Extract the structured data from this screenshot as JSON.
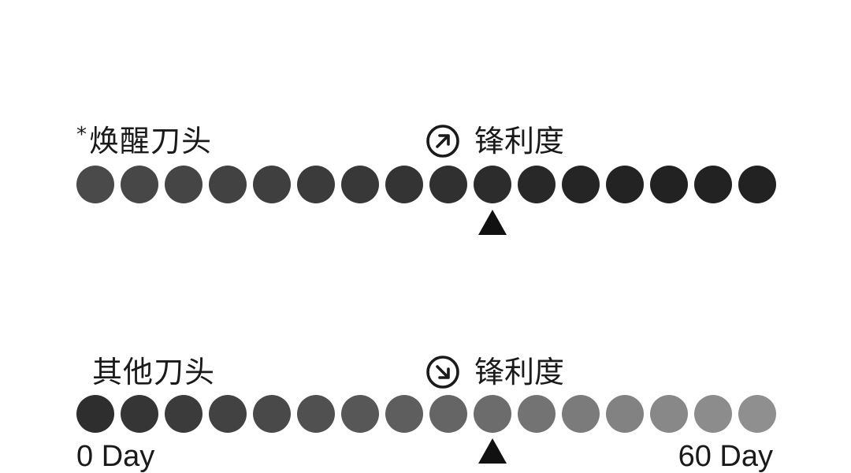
{
  "rows": [
    {
      "label_marker": "*",
      "label": "焕醒刀头",
      "metric_label": "锋利度",
      "metric_icon": "arrow-up-right-circle-icon",
      "dot_count": 16,
      "marker_index": 9,
      "dot_colors": [
        "#4a4a4a",
        "#474747",
        "#454545",
        "#424242",
        "#3f3f3f",
        "#3b3b3b",
        "#383838",
        "#343434",
        "#303030",
        "#2c2c2c",
        "#282828",
        "#252525",
        "#232323",
        "#222222",
        "#222222",
        "#222222"
      ]
    },
    {
      "label_marker": "",
      "label": "其他刀头",
      "metric_label": "锋利度",
      "metric_icon": "arrow-down-right-circle-icon",
      "dot_count": 16,
      "marker_index": 9,
      "dot_colors": [
        "#2e2e2e",
        "#353535",
        "#3b3b3b",
        "#424242",
        "#494949",
        "#505050",
        "#575757",
        "#5e5e5e",
        "#656565",
        "#6c6c6c",
        "#737373",
        "#7b7b7b",
        "#828282",
        "#888888",
        "#8c8c8c",
        "#8f8f8f"
      ]
    }
  ],
  "axis": {
    "start_label": "0 Day",
    "end_label": "60 Day"
  }
}
